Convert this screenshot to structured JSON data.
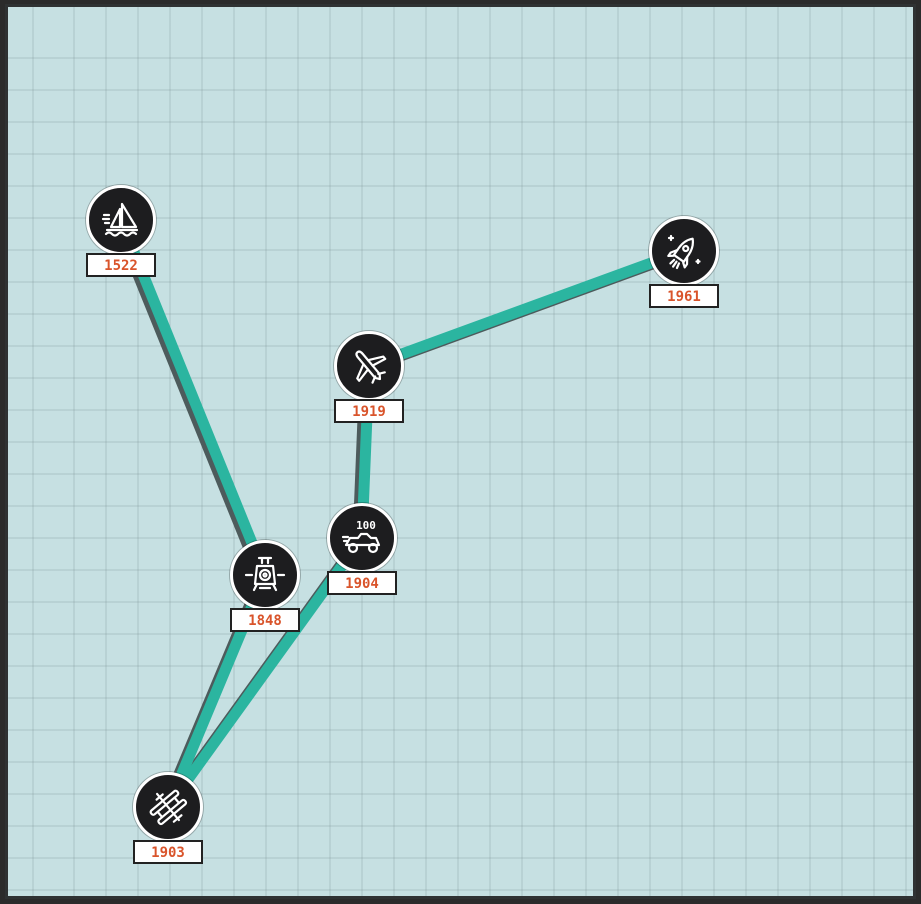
{
  "colors": {
    "background": "#c6e0e2",
    "path": "#2bb5a0",
    "path_shadow": "#4d5b5c",
    "node_fill": "#1d1d1f",
    "year_text": "#d9542b"
  },
  "events": [
    {
      "id": "sailboat",
      "year": "1522",
      "icon": "sailboat-icon"
    },
    {
      "id": "steam-train",
      "year": "1848",
      "icon": "steam-train-icon"
    },
    {
      "id": "biplane",
      "year": "1903",
      "icon": "biplane-icon"
    },
    {
      "id": "race-car",
      "year": "1904",
      "icon": "race-car-icon",
      "badge": "100"
    },
    {
      "id": "airplane",
      "year": "1919",
      "icon": "airplane-icon"
    },
    {
      "id": "rocket",
      "year": "1961",
      "icon": "rocket-icon"
    }
  ],
  "path_order": [
    "1522",
    "1848",
    "1903",
    "1904",
    "1919",
    "1961"
  ]
}
